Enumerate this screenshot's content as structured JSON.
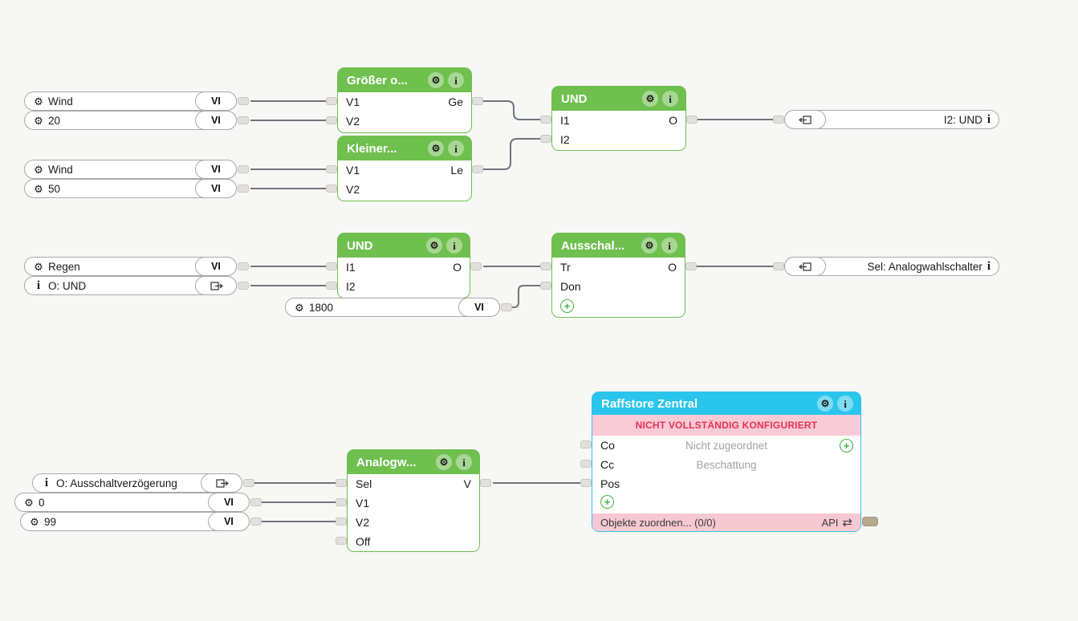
{
  "colors": {
    "bg": "#f7f7f6",
    "green": "#6fc04f",
    "cyan": "#2ac5ec",
    "bannerPink": "#f9cbd6",
    "bannerRed": "#e73156",
    "footerPink": "#f5c8d2"
  },
  "icons": {
    "gear": "⚙",
    "info": "i",
    "swap": "⇄",
    "plus": "+"
  },
  "pills": {
    "wind1": {
      "label": "Wind",
      "badge": "VI"
    },
    "n20": {
      "label": "20",
      "badge": "VI"
    },
    "wind2": {
      "label": "Wind",
      "badge": "VI"
    },
    "n50": {
      "label": "50",
      "badge": "VI"
    },
    "regen": {
      "label": "Regen",
      "badge": "VI"
    },
    "o_und": {
      "label": "O: UND"
    },
    "n1800": {
      "label": "1800",
      "badge": "VI"
    },
    "o_ausschalt": {
      "label": "O: Ausschaltverzögerung"
    },
    "n0": {
      "label": "0",
      "badge": "VI"
    },
    "n99": {
      "label": "99",
      "badge": "VI"
    }
  },
  "outputs": {
    "i2_und": {
      "label": "I2: UND",
      "info": "i"
    },
    "sel_analog": {
      "label": "Sel: Analogwahlschalter",
      "info": "i"
    }
  },
  "nodes": {
    "groesser": {
      "title": "Größer o...",
      "p1": "V1",
      "p2": "V2",
      "out": "Ge"
    },
    "kleiner": {
      "title": "Kleiner...",
      "p1": "V1",
      "p2": "V2",
      "out": "Le"
    },
    "und1": {
      "title": "UND",
      "p1": "I1",
      "p2": "I2",
      "out": "O"
    },
    "und2": {
      "title": "UND",
      "p1": "I1",
      "p2": "I2",
      "out": "O"
    },
    "ausschalt": {
      "title": "Ausschal...",
      "p1": "Tr",
      "p2": "Don",
      "out": "O"
    },
    "analog": {
      "title": "Analogw...",
      "p1": "Sel",
      "p2": "V1",
      "p3": "V2",
      "p4": "Off",
      "out": "V"
    }
  },
  "actuator": {
    "title": "Raffstore Zentral",
    "warning": "NICHT VOLLSTÄNDIG KONFIGURIERT",
    "p1": "Co",
    "p2": "Cc",
    "p3": "Pos",
    "assign_hint": "Nicht zugeordnet",
    "category": "Beschattung",
    "footer_left": "Objekte zuordnen... (0/0)",
    "footer_right": "API"
  }
}
